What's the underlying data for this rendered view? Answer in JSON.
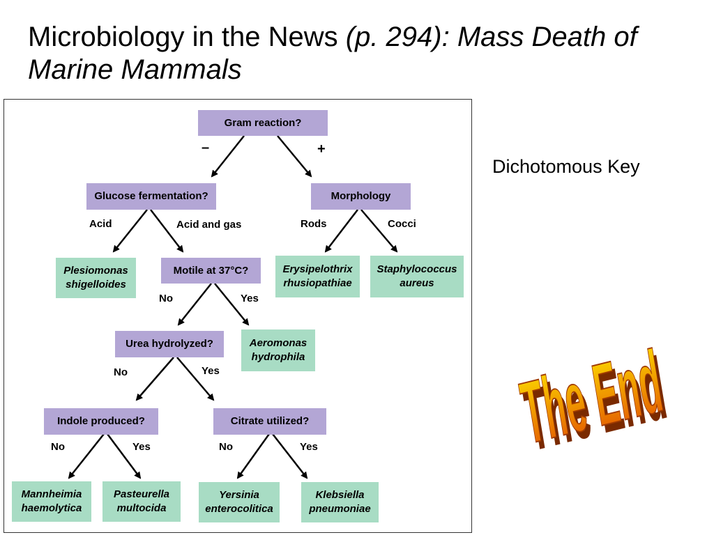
{
  "slide": {
    "title_plain": "Microbiology in the News ",
    "title_italic": "(p. 294): Mass Death of Marine Mammals",
    "side_label": "Dichotomous Key",
    "end_text": "The End"
  },
  "key": {
    "root": "Gram reaction?",
    "neg_sign": "–",
    "pos_sign": "+",
    "glucose": "Glucose fermentation?",
    "morphology": "Morphology",
    "acid": "Acid",
    "acid_gas": "Acid and gas",
    "rods": "Rods",
    "cocci": "Cocci",
    "plesiomonas": "Plesiomonas shigelloides",
    "motile": "Motile at 37°C?",
    "erysipelothrix": "Erysipelothrix rhusiopathiae",
    "staph": "Staphylococcus aureus",
    "motile_no": "No",
    "motile_yes": "Yes",
    "urea": "Urea hydrolyzed?",
    "aeromonas": "Aeromonas hydrophila",
    "urea_no": "No",
    "urea_yes": "Yes",
    "indole": "Indole produced?",
    "citrate": "Citrate utilized?",
    "indole_no": "No",
    "indole_yes": "Yes",
    "citrate_no": "No",
    "citrate_yes": "Yes",
    "mannheimia": "Mannheimia haemolytica",
    "pasteurella": "Pasteurella multocida",
    "yersinia": "Yersinia enterocolitica",
    "klebsiella": "Klebsiella pneumoniae"
  },
  "colors": {
    "question_box": "#b3a6d5",
    "answer_box": "#a8dcc4",
    "end_fill_top": "#ffe600",
    "end_fill_bottom": "#e04a00"
  }
}
